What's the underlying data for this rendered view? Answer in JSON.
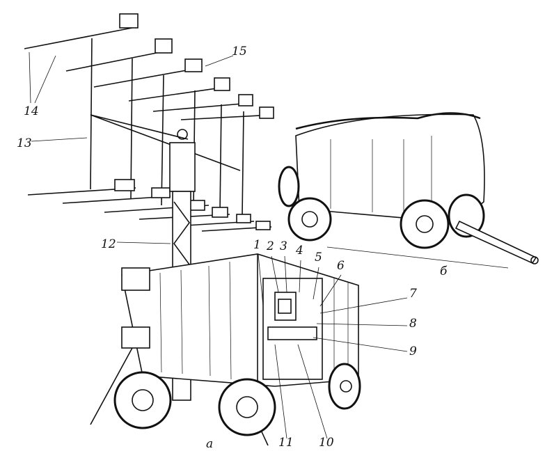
{
  "labels": {
    "l14": "14",
    "l13": "13",
    "l15": "15",
    "l12": "12",
    "l1": "1",
    "l2": "2",
    "l3": "3",
    "l4": "4",
    "l5": "5",
    "l6": "6",
    "l7": "7",
    "l8": "8",
    "l9": "9",
    "l10": "10",
    "l11": "11",
    "a": "а",
    "b": "б"
  },
  "colors": {
    "ink": "#111111",
    "paper": "#ffffff"
  }
}
